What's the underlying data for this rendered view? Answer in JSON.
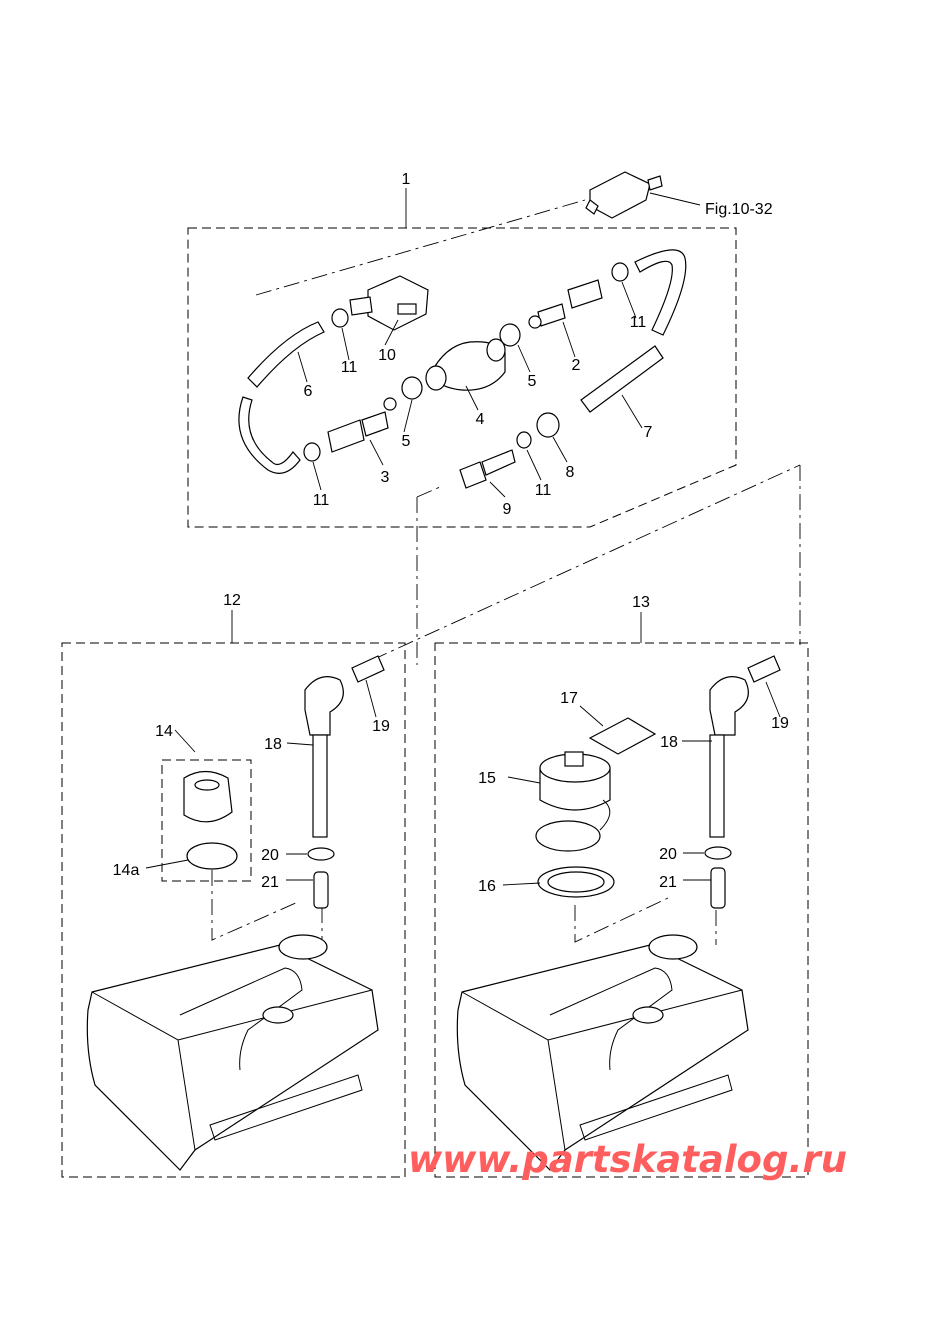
{
  "callouts": {
    "c1": "1",
    "c2": "2",
    "c3": "3",
    "c4": "4",
    "c5a": "5",
    "c5b": "5",
    "c6": "6",
    "c7": "7",
    "c8": "8",
    "c9": "9",
    "c10": "10",
    "c11a": "11",
    "c11b": "11",
    "c11c": "11",
    "c11d": "11",
    "c12": "12",
    "c13": "13",
    "c14": "14",
    "c14a": "14a",
    "c15": "15",
    "c16": "16",
    "c17": "17",
    "c18a": "18",
    "c18b": "18",
    "c19a": "19",
    "c19b": "19",
    "c20a": "20",
    "c20b": "20",
    "c21a": "21",
    "c21b": "21"
  },
  "reference": "Fig.10-32",
  "watermark": "www.partskatalog.ru",
  "colors": {
    "line": "#000000",
    "watermark": "#ff5e5e",
    "background": "#ffffff"
  }
}
